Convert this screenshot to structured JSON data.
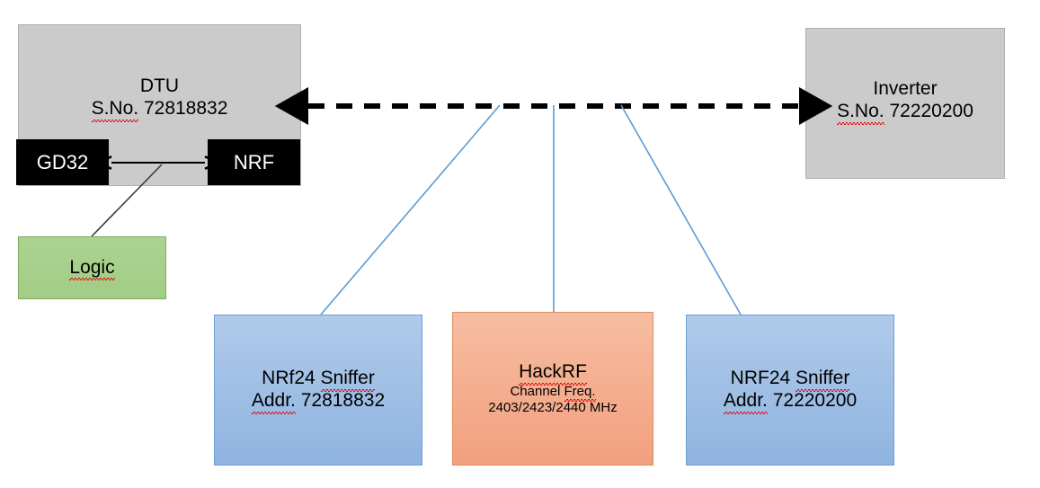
{
  "diagram": {
    "nodes": {
      "dtu": {
        "title": "DTU",
        "serial": "S.No. 72818832"
      },
      "inverter": {
        "title": "Inverter",
        "serial": "S.No. 72220200"
      },
      "gd32": {
        "label": "GD32"
      },
      "nrf": {
        "label": "NRF"
      },
      "logic": {
        "label": "Logic"
      },
      "sniffer_left": {
        "line1": "NRf24 Sniffer",
        "line2": "Addr. 72818832"
      },
      "hackrf": {
        "title": "HackRF",
        "line2": "Channel Freq.",
        "line3": "2403/2423/2440 MHz"
      },
      "sniffer_right": {
        "line1": "NRF24 Sniffer",
        "line2": "Addr. 72220200"
      }
    },
    "colors": {
      "grey_fill": "#cbcbcb",
      "green_fill": "#a9d18e",
      "blue_fill": "#a6c3e8",
      "orange_fill": "#f5b08e",
      "chip_fill": "#000000",
      "connector_blue": "#5b9bd5",
      "connector_black": "#000000",
      "spellcheck_red": "#e8000a"
    },
    "connectors": {
      "dtu_inverter": "dashed-double-arrow",
      "gd32_nrf": "solid-double-arrow",
      "logic_dtu": "solid-line",
      "sniffer_left_tap": "solid-line",
      "hackrf_tap": "solid-line",
      "sniffer_right_tap": "solid-line"
    }
  }
}
